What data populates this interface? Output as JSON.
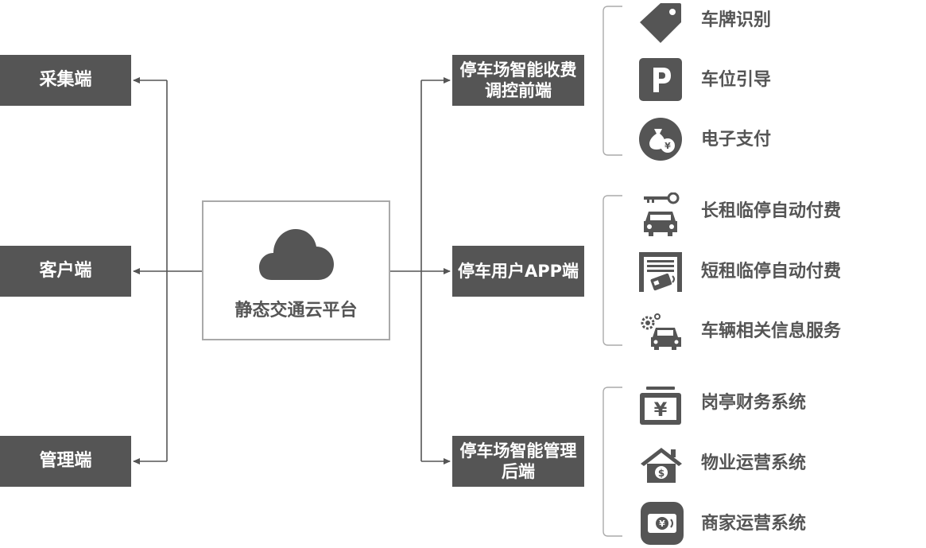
{
  "left_nodes": [
    {
      "label": "采集端"
    },
    {
      "label": "客户端"
    },
    {
      "label": "管理端"
    }
  ],
  "center": {
    "label": "静态交通云平台",
    "icon": "cloud-icon"
  },
  "mid_nodes": [
    {
      "label": "停车场智能收费调控前端"
    },
    {
      "label": "停车用户APP端"
    },
    {
      "label": "停车场智能管理后端"
    }
  ],
  "groups": [
    {
      "items": [
        {
          "label": "车牌识别",
          "icon": "tag-icon"
        },
        {
          "label": "车位引导",
          "icon": "parking-icon"
        },
        {
          "label": "电子支付",
          "icon": "money-bag-icon"
        }
      ]
    },
    {
      "items": [
        {
          "label": "长租临停自动付费",
          "icon": "car-key-icon"
        },
        {
          "label": "短租临停自动付费",
          "icon": "garage-card-icon"
        },
        {
          "label": "车辆相关信息服务",
          "icon": "car-gear-icon"
        }
      ]
    },
    {
      "items": [
        {
          "label": "岗亭财务系统",
          "icon": "yen-register-icon"
        },
        {
          "label": "物业运营系统",
          "icon": "house-dollar-icon"
        },
        {
          "label": "商家运营系统",
          "icon": "yen-coupon-icon"
        }
      ]
    }
  ],
  "colors": {
    "box": "#555555",
    "line": "#555555",
    "bracket": "#aaaaaa",
    "icon": "#555555"
  }
}
